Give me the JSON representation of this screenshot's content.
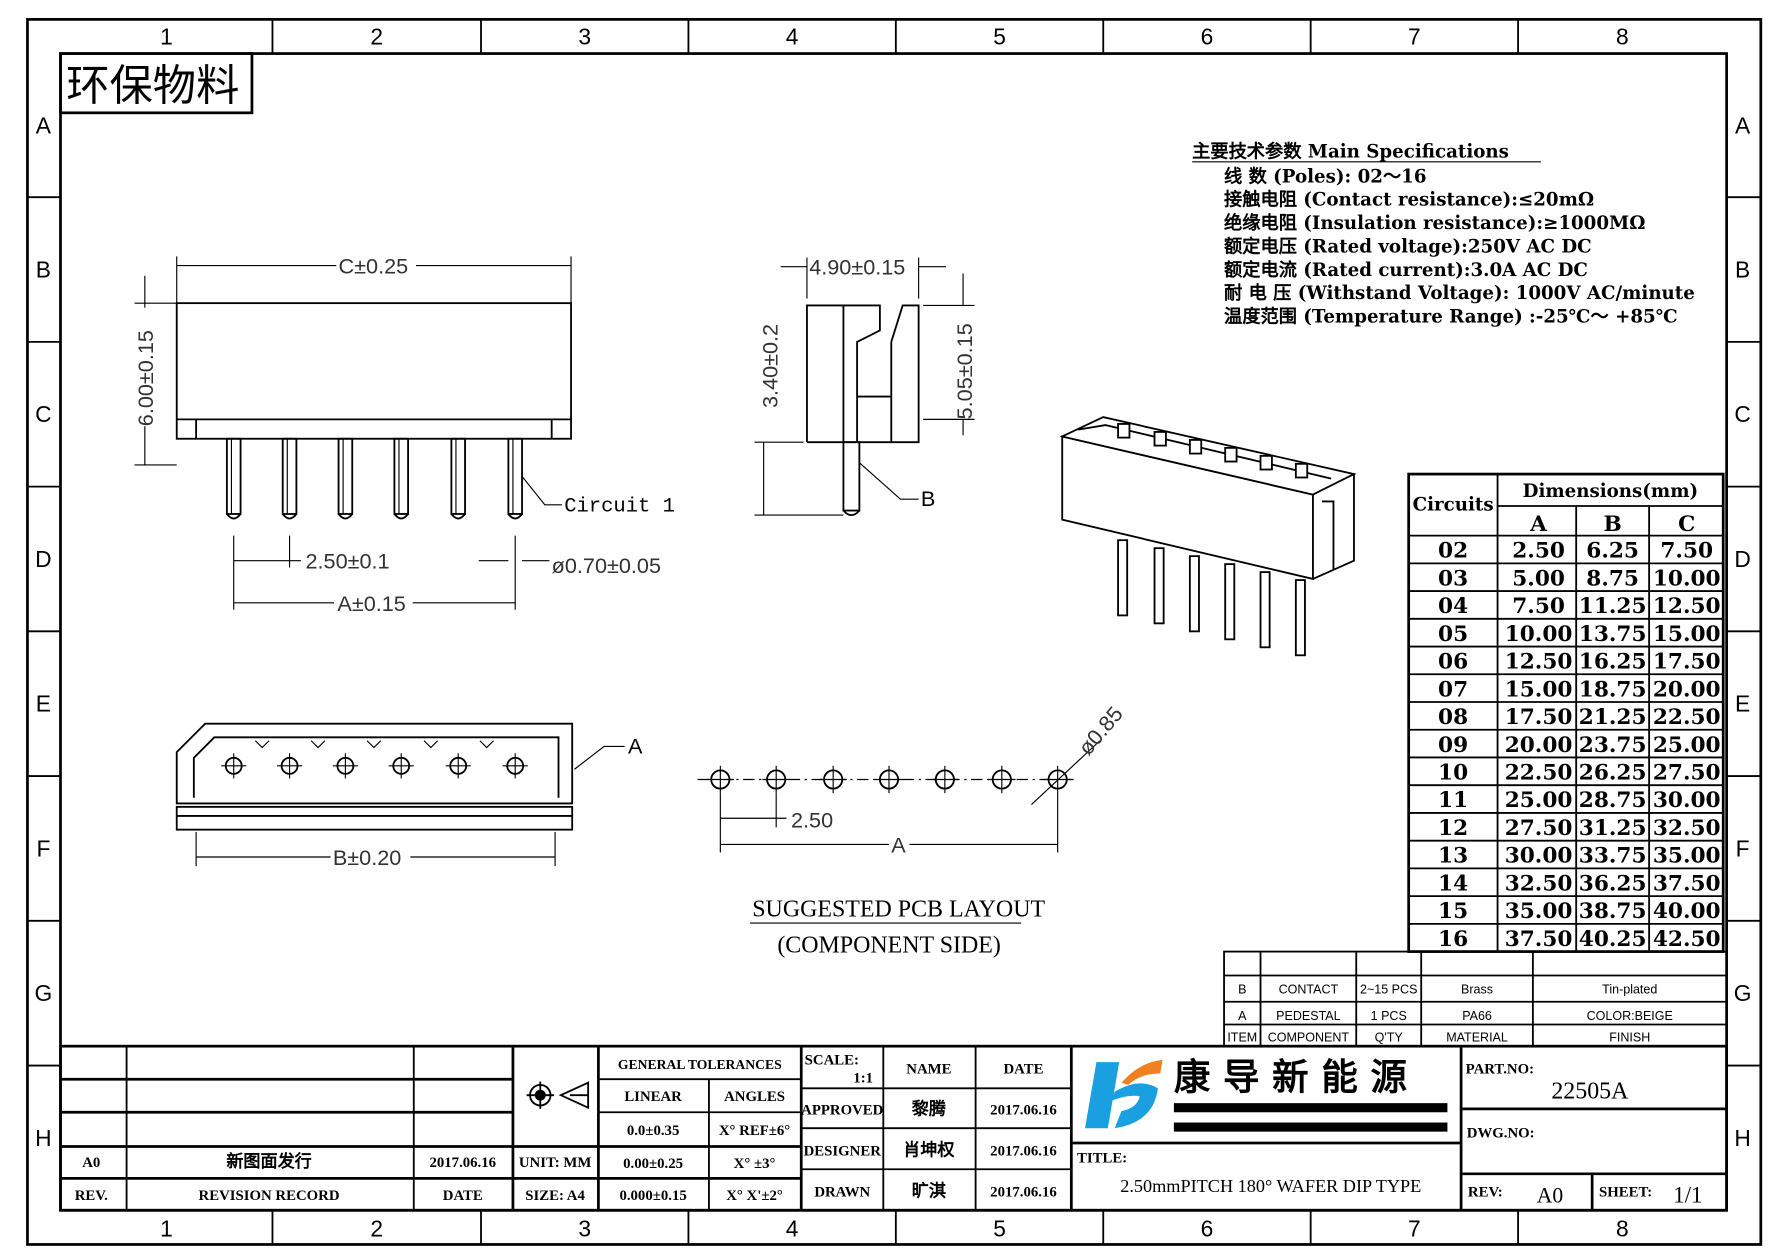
{
  "frame": {
    "columns": [
      "1",
      "2",
      "3",
      "4",
      "5",
      "6",
      "7",
      "8"
    ],
    "rows": [
      "A",
      "B",
      "C",
      "D",
      "E",
      "F",
      "G",
      "H"
    ]
  },
  "stamp": "环保物料",
  "specs": {
    "title": "主要技术参数 Main Specifications",
    "lines": [
      "线    数 (Poles): 02～16",
      "接触电阻 (Contact resistance):≤20mΩ",
      "绝缘电阻 (Insulation resistance):≥1000MΩ",
      "额定电压 (Rated voltage):250V AC DC",
      "额定电流 (Rated current):3.0A AC DC",
      "耐 电 压 (Withstand Voltage): 1000V AC/minute",
      "温度范围 (Temperature Range) :-25℃～ +85℃"
    ]
  },
  "front_view": {
    "dim_c": "C±0.25",
    "dim_height": "6.00±0.15",
    "dim_pitch": "2.50±0.1",
    "dim_a": "A±0.15",
    "dim_pin": "ø0.70±0.05",
    "circuit_label": "Circuit 1"
  },
  "side_view": {
    "dim_width": "4.90±0.15",
    "dim_pin": "3.40±0.2",
    "dim_height": "5.05±0.15",
    "label_b": "B"
  },
  "bottom_view": {
    "label_a": "A",
    "dim_b": "B±0.20"
  },
  "pcb_layout": {
    "hole_dia": "ø0.85",
    "pitch": "2.50",
    "dim_a": "A",
    "title": "SUGGESTED PCB LAYOUT",
    "subtitle": "(COMPONENT SIDE)"
  },
  "dimension_table": {
    "circuits_header": "Circuits",
    "group_header": "Dimensions(mm)",
    "columns": [
      "A",
      "B",
      "C"
    ],
    "rows": [
      [
        "02",
        "2.50",
        "6.25",
        "7.50"
      ],
      [
        "03",
        "5.00",
        "8.75",
        "10.00"
      ],
      [
        "04",
        "7.50",
        "11.25",
        "12.50"
      ],
      [
        "05",
        "10.00",
        "13.75",
        "15.00"
      ],
      [
        "06",
        "12.50",
        "16.25",
        "17.50"
      ],
      [
        "07",
        "15.00",
        "18.75",
        "20.00"
      ],
      [
        "08",
        "17.50",
        "21.25",
        "22.50"
      ],
      [
        "09",
        "20.00",
        "23.75",
        "25.00"
      ],
      [
        "10",
        "22.50",
        "26.25",
        "27.50"
      ],
      [
        "11",
        "25.00",
        "28.75",
        "30.00"
      ],
      [
        "12",
        "27.50",
        "31.25",
        "32.50"
      ],
      [
        "13",
        "30.00",
        "33.75",
        "35.00"
      ],
      [
        "14",
        "32.50",
        "36.25",
        "37.50"
      ],
      [
        "15",
        "35.00",
        "38.75",
        "40.00"
      ],
      [
        "16",
        "37.50",
        "40.25",
        "42.50"
      ]
    ]
  },
  "material_table": {
    "rows": [
      [
        "B",
        "CONTACT",
        "2~15 PCS",
        "Brass",
        "Tin-plated"
      ],
      [
        "A",
        "PEDESTAL",
        "1 PCS",
        "PA66",
        "COLOR:BEIGE"
      ],
      [
        "ITEM",
        "COMPONENT",
        "Q'TY",
        "MATERIAL",
        "FINISH"
      ]
    ]
  },
  "revision": {
    "rev": "A0",
    "record": "新图面发行",
    "date": "2017.06.16",
    "header_rev": "REV.",
    "header_record": "REVISION RECORD",
    "header_date": "DATE"
  },
  "tolerances": {
    "title": "GENERAL TOLERANCES",
    "linear": "LINEAR",
    "angles": "ANGLES",
    "unit": "UNIT: MM",
    "size": "SIZE: A4",
    "rows": [
      [
        "0.0±0.35",
        "X° REF±6°"
      ],
      [
        "0.00±0.25",
        "X° ±3°"
      ],
      [
        "0.000±0.15",
        "X° X'±2°"
      ]
    ]
  },
  "approvals": {
    "scale_label": "SCALE:",
    "scale": "1:1",
    "name_header": "NAME",
    "date_header": "DATE",
    "rows": [
      [
        "APPROVED",
        "黎腾",
        "2017.06.16"
      ],
      [
        "DESIGNER",
        "肖坤权",
        "2017.06.16"
      ],
      [
        "DRAWN",
        "旷淇",
        "2017.06.16"
      ]
    ]
  },
  "company": {
    "name": "康 导 新 能 源",
    "logo_colors": [
      "#1aa0e0",
      "#f08020"
    ]
  },
  "title_block": {
    "title_label": "TITLE:",
    "title": "2.50mmPITCH 180° WAFER DIP TYPE",
    "part_no_label": "PART.NO:",
    "part_no": "22505A",
    "dwg_no_label": "DWG.NO:",
    "rev_label": "REV:",
    "rev": "A0",
    "sheet_label": "SHEET:",
    "sheet": "1/1"
  }
}
